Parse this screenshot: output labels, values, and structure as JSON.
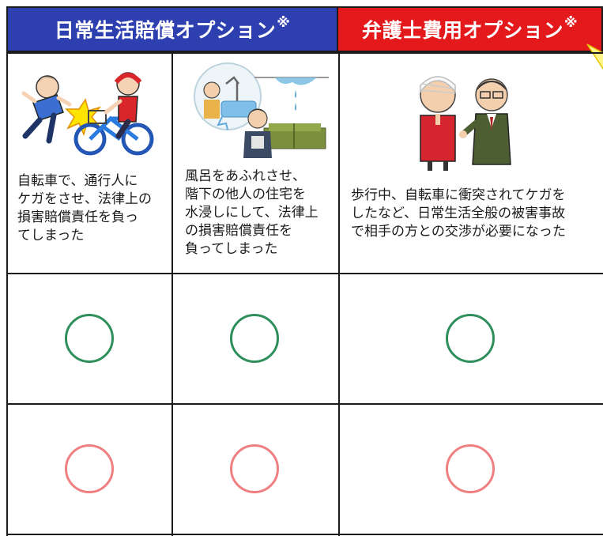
{
  "header": {
    "left_title": "日常生活賠償オプション",
    "left_mark": "※",
    "right_title": "弁護士費用オプション",
    "right_mark": "※"
  },
  "colors": {
    "left_header_bg": "#2e3fb0",
    "right_header_bg": "#e4191b",
    "green_circle": "#2f8f5b",
    "pink_circle": "#ef7f80",
    "grid_line": "#1a1a1a"
  },
  "columns": [
    {
      "caption": "自転車で、通行人に\nケガをさせ、法律上の\n損害賠償責任を負っ\nてしまった"
    },
    {
      "caption": "風呂をあふれさせ、\n階下の他人の住宅を\n水浸しにして、法律上\nの損害賠償責任を\n負ってしまった"
    },
    {
      "caption": "歩行中、自転車に衝突されてケガを\nしたなど、日常生活全般の被害事故\nで相手の方との交渉が必要になった"
    }
  ],
  "rows": [
    {
      "marks": [
        "〇",
        "〇",
        "〇"
      ]
    },
    {
      "marks": [
        "〇",
        "〇",
        "〇"
      ]
    }
  ]
}
